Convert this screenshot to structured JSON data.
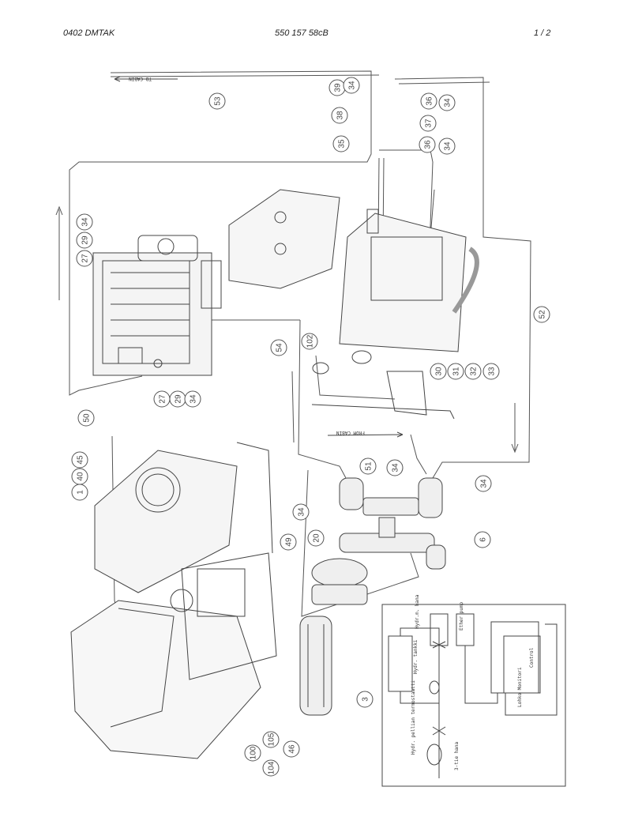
{
  "header": {
    "left": "0402  DMTAK",
    "center": "550 157 58cB",
    "right": "1 /  2"
  },
  "flow_labels": {
    "to_cabin": "TO CABIN",
    "from_cabin": "FROM CABIN"
  },
  "callouts": [
    "53",
    "39",
    "34",
    "38",
    "35",
    "36",
    "34",
    "37",
    "36",
    "34",
    "27",
    "29",
    "34",
    "27",
    "29",
    "34",
    "50",
    "102",
    "54",
    "52",
    "30",
    "31",
    "32",
    "33",
    "51",
    "34",
    "34",
    "34",
    "6",
    "20",
    "49",
    "1",
    "40",
    "45",
    "3",
    "100",
    "104",
    "105",
    "46"
  ],
  "schematic_labels": {
    "hydr_pump": "Hydr.m. hana",
    "heater_pump": "Ether pump",
    "expansion_tank": "Hydr. tankki",
    "control": "Control",
    "control_monitor": "Lohko  Monitori",
    "valve_3way": "3-tie hana",
    "thermostat": "Hydr. pellian termostaatti"
  }
}
